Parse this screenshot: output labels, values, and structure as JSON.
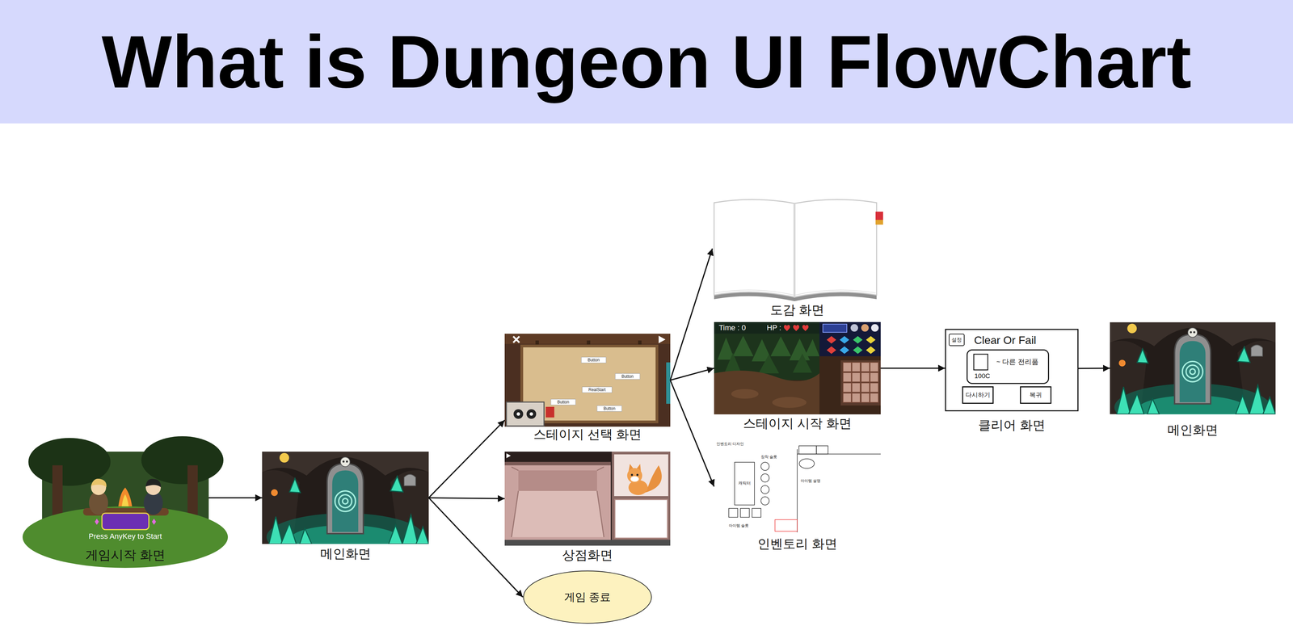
{
  "diagram": {
    "title": "What is Dungeon UI FlowChart",
    "nodes": [
      {
        "text": [
          "게임시작 화면"
        ]
      },
      {
        "text": [
          "메인화면"
        ]
      },
      {
        "text": [
          "스테이지 선택 화면"
        ]
      },
      {
        "text": [
          "상점화면"
        ]
      },
      {
        "text": [
          "게임 종료"
        ]
      },
      {
        "text": [
          "도감 화면"
        ]
      },
      {
        "text": [
          "스테이지 시작 화면"
        ]
      },
      {
        "text": [
          "인벤토리 화면"
        ]
      },
      {
        "text": [
          "Clear Or Fail",
          "클리어 화면"
        ]
      },
      {
        "text": [
          "설정"
        ],
        "in": 8
      },
      {
        "text": [
          "~ 다른 전리품",
          "100C"
        ],
        "in": 8
      },
      {
        "text": [
          "다시하기"
        ],
        "in": 8
      },
      {
        "text": [
          "복귀"
        ],
        "in": 8
      },
      {
        "text": [
          "메인화면"
        ]
      }
    ],
    "edges": [
      {
        "from": 0,
        "to": 1,
        "arrow": "to"
      },
      {
        "from": 1,
        "to": 2,
        "arrow": "to"
      },
      {
        "from": 1,
        "to": 3,
        "arrow": "to"
      },
      {
        "from": 1,
        "to": 4,
        "arrow": "to"
      },
      {
        "from": 2,
        "to": 5,
        "arrow": "to"
      },
      {
        "from": 2,
        "to": 6,
        "arrow": "to"
      },
      {
        "from": 2,
        "to": 7,
        "arrow": "to"
      },
      {
        "from": 6,
        "to": 8,
        "arrow": "to"
      },
      {
        "from": 8,
        "to": 13,
        "arrow": "to"
      }
    ],
    "labels": [
      "Press AnyKey to Start",
      "Button",
      "Button",
      "RealStart",
      "Button",
      "Button",
      "Time : 0",
      "HP :",
      "인벤토리 디자인",
      "캐릭터",
      "장착 슬롯",
      "아이템 슬롯",
      "아이템 설명"
    ]
  }
}
